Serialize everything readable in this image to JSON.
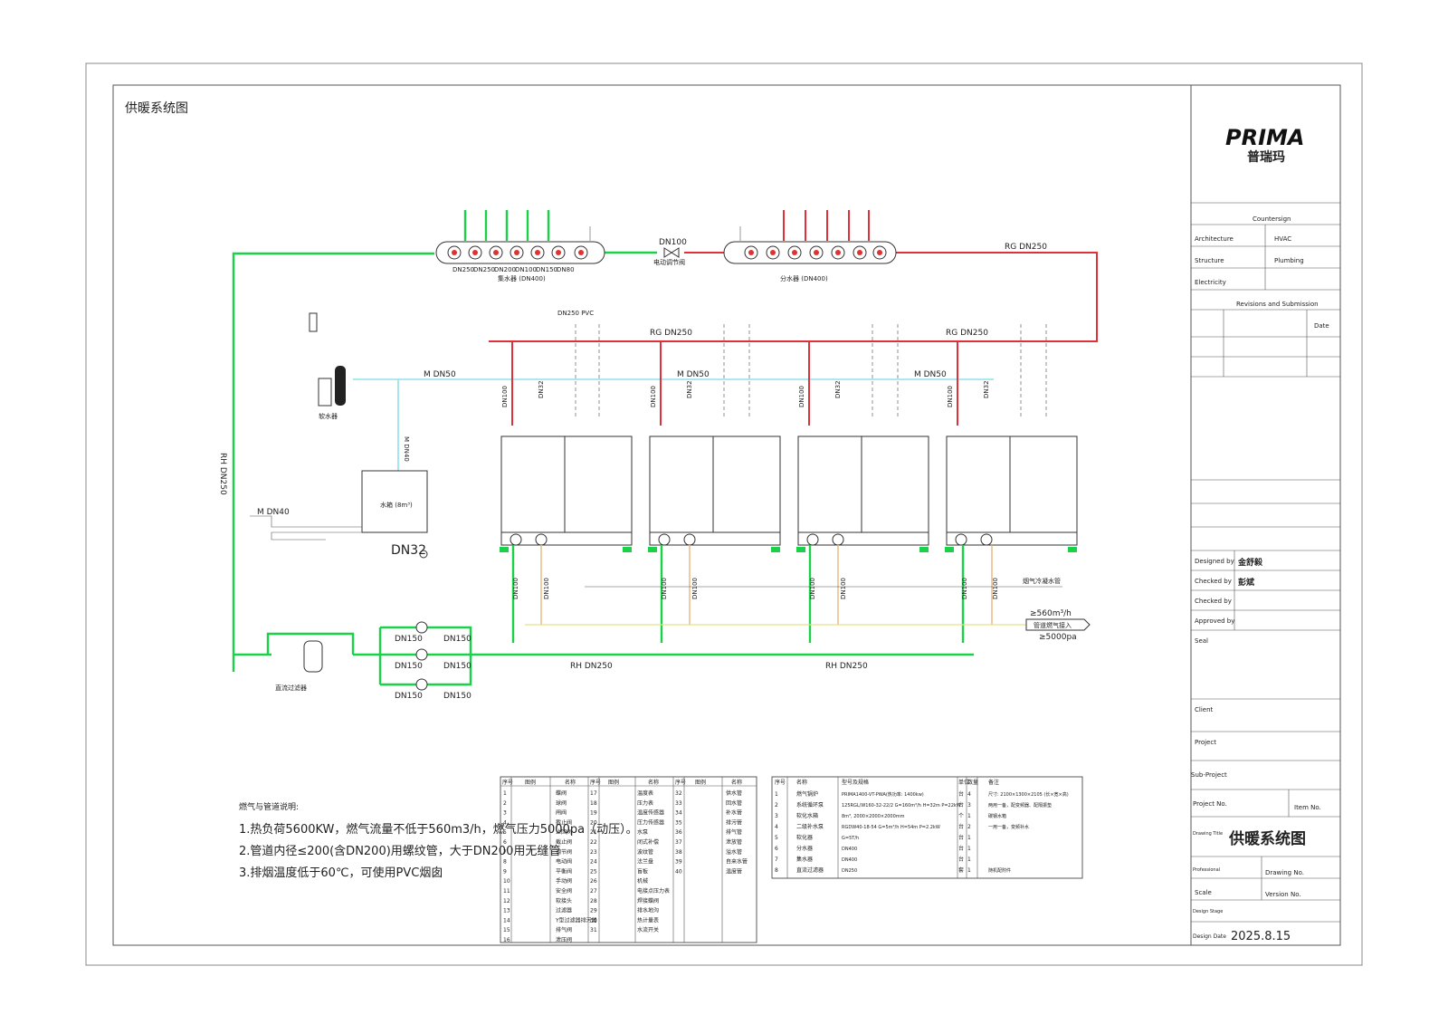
{
  "drawing": {
    "title": "供暖系统图",
    "logo_text": "PRIMA",
    "logo_cn": "普瑞玛"
  },
  "pipes": {
    "rg_dn250": "RG DN250",
    "rh_dn250": "RH DN250",
    "m_dn50": "M DN50",
    "m_dn40": "M DN40",
    "m_dn40_v": "M DN40",
    "dn100": "DN100",
    "dn32": "DN32",
    "dn150": "DN150",
    "pvc_exhaust": "DN250 PVC",
    "gas_flow": "≥560m³/h",
    "gas_pressure": "≥5000pa",
    "dn100_top": "DN100",
    "gas_label": "管道燃气接入",
    "condensate": "烟气冷凝水管"
  },
  "equipment": {
    "collector": "集水器 (DN400)",
    "distributor": "分水器 (DN400)",
    "water_tank": "水箱 (8m³)",
    "softener": "软水器",
    "dirt_separator": "直流过滤器",
    "electric_valve": "电动调节阀"
  },
  "header_labels": [
    "DN250",
    "DN250",
    "DN200",
    "DN100",
    "DN150",
    "DN80"
  ],
  "notes": {
    "heading": "燃气与管道说明:",
    "line1": "1.热负荷5600KW，燃气流量不低于560m3/h，燃气压力5000pa（动压）。",
    "line2": "2.管道内径≤200(含DN200)用螺纹管，大于DN200用无缝管",
    "line3": "3.排烟温度低于60℃，可使用PVC烟囱"
  },
  "legend": {
    "headers": [
      "序号",
      "图例",
      "名称",
      "序号",
      "图例",
      "名称",
      "序号",
      "图例",
      "名称"
    ],
    "col1": [
      "1",
      "2",
      "3",
      "4",
      "5",
      "6",
      "7",
      "8",
      "9",
      "10",
      "11",
      "12",
      "13",
      "14",
      "15",
      "16"
    ],
    "names1": [
      "蝶阀",
      "球阀",
      "闸阀",
      "截止阀",
      "止回阀",
      "截止阀",
      "调节阀",
      "电动阀",
      "平衡阀",
      "手动阀",
      "安全阀",
      "软接头",
      "过滤器",
      "Y型过滤器排污器",
      "排气阀",
      "泄压阀"
    ],
    "col2": [
      "17",
      "18",
      "19",
      "20",
      "21",
      "22",
      "23",
      "24",
      "25",
      "26",
      "27",
      "28",
      "29",
      "30",
      "31"
    ],
    "names2": [
      "温度表",
      "压力表",
      "温度传感器",
      "压力传感器",
      "水泵",
      "闭式补偿",
      "波纹管",
      "法兰盘",
      "盲板",
      "机械",
      "电接点压力表",
      "焊接蝶阀",
      "排水地沟",
      "热计量表",
      "水流开关"
    ],
    "col3": [
      "32",
      "33",
      "34",
      "35",
      "36",
      "37",
      "38",
      "39",
      "40"
    ],
    "names3": [
      "供水管",
      "回水管",
      "补水管",
      "排污管",
      "排气管",
      "泄放管",
      "溢水管",
      "自来水管",
      "温度管"
    ]
  },
  "equipment_table": {
    "headers": [
      "序号",
      "名称",
      "型号及规格",
      "单位",
      "数量",
      "备注"
    ],
    "rows": [
      [
        "1",
        "燃气锅炉",
        "PRIMA1400-VT-PWA(热功率: 1400kw)",
        "台",
        "4",
        "尺寸: 2100×1300×2105 (长×宽×高)"
      ],
      [
        "2",
        "系统循环泵",
        "125RGL/W160-32-22/2  G=160m³/h H=32m P=22kW",
        "台",
        "3",
        "两用一备，配变频器、配隔振垫"
      ],
      [
        "3",
        "软化水箱",
        "8m³, 2000×2000×2000mm",
        "个",
        "1",
        "碳钢水箱"
      ],
      [
        "4",
        "二级补水泵",
        "RGDW40-18-54   G=5m³/h H=54m P=2.2kW",
        "台",
        "2",
        "一用一备，变频补水"
      ],
      [
        "5",
        "软化器",
        "G=5T/h",
        "台",
        "1",
        ""
      ],
      [
        "6",
        "分水器",
        "DN400",
        "台",
        "1",
        ""
      ],
      [
        "7",
        "集水器",
        "DN400",
        "台",
        "1",
        ""
      ],
      [
        "8",
        "直流过滤器",
        "DN250",
        "套",
        "1",
        "随机配附件"
      ]
    ]
  },
  "title_block": {
    "countersign": "Countersign",
    "architecture": "Architecture",
    "hvac": "HVAC",
    "structure": "Structure",
    "plumbing": "Plumbing",
    "electricity": "Electricity",
    "revisions": "Revisions and Submission",
    "date": "Date",
    "designed_by": "Designed by",
    "designer": "金舒毅",
    "checked_by": "Checked by",
    "checker": "彭斌",
    "checked_by2": "Checked by",
    "approved_by": "Approved by",
    "seal": "Seal",
    "client": "Client",
    "project": "Project",
    "sub_project": "Sub-Project",
    "project_no": "Project No.",
    "item_no": "Item No.",
    "drawing_title_label": "Drawing Title",
    "drawing_title": "供暖系统图",
    "professional": "Professional",
    "drawing_no": "Drawing No.",
    "scale": "Scale",
    "version_no": "Version No.",
    "design_stage": "Design Stage",
    "design_date_label": "Design Date",
    "design_date": "2025.8.15"
  }
}
